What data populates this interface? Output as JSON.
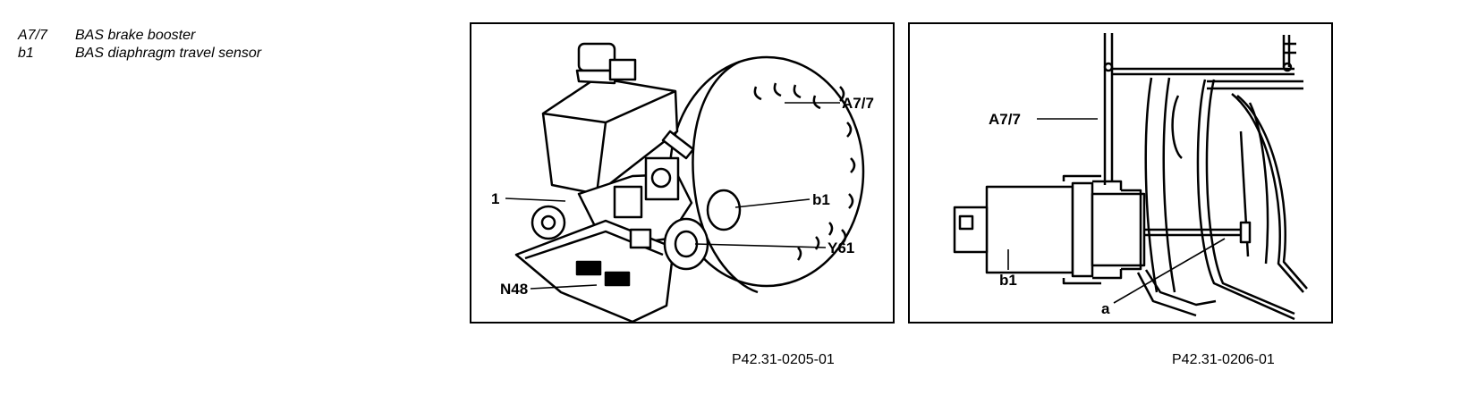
{
  "legend": [
    {
      "code": "A7/7",
      "description": "BAS brake booster"
    },
    {
      "code": "b1",
      "description": "BAS diaphragm travel sensor"
    }
  ],
  "figures": [
    {
      "caption": "P42.31-0205-01",
      "callouts": {
        "a7_7": "A7/7",
        "one": "1",
        "b1": "b1",
        "y61": "Y61",
        "n48": "N48"
      }
    },
    {
      "caption": "P42.31-0206-01",
      "callouts": {
        "a7_7": "A7/7",
        "b1": "b1",
        "a": "a"
      }
    }
  ]
}
